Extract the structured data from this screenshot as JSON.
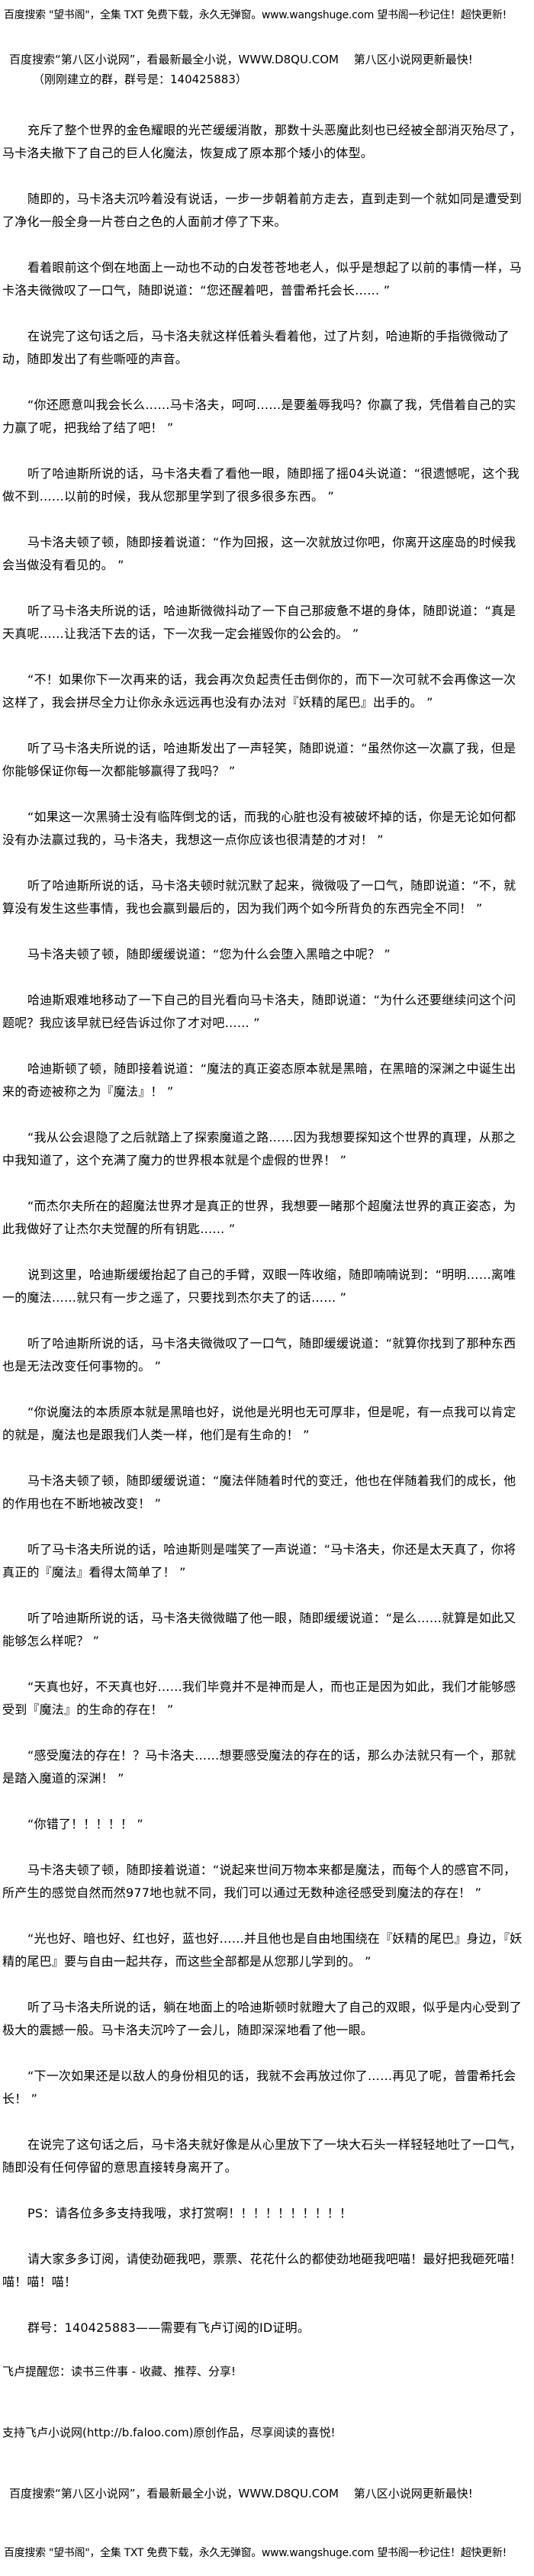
{
  "header": {
    "ad_wangshuge": "百度搜索 \"望书阁\"，全集 TXT 免费下载，永久无弹窗。www.wangshuge.com 望书阁一秒记住！超快更新!",
    "ad_d8qu": "百度搜索“第八区小说网”，看最新最全小说，WWW.D8QU.COM　 第八区小说网更新最快!",
    "group_note": "（刚刚建立的群，群号是：140425883）"
  },
  "paragraphs": [
    "充斥了整个世界的金色耀眼的光芒缓缓消散，那数十头恶魔此刻也已经被全部消灭殆尽了，马卡洛夫撤下了自己的巨人化魔法，恢复成了原本那个矮小的体型。",
    "随即的，马卡洛夫沉吟着没有说话，一步一步朝着前方走去，直到走到一个就如同是遭受到了净化一般全身一片苍白之色的人面前才停了下来。",
    "看着眼前这个倒在地面上一动也不动的白发苍苍地老人，似乎是想起了以前的事情一样，马卡洛夫微微叹了一口气，随即说道：“您还醒着吧，普雷希托会长…… ”",
    "在说完了这句话之后，马卡洛夫就这样低着头看着他，过了片刻，哈迪斯的手指微微动了动，随即发出了有些嘶哑的声音。",
    "“你还愿意叫我会长么……马卡洛夫，呵呵……是要羞辱我吗？你赢了我，凭借着自己的实力赢了呢，把我给了结了吧！ ”",
    "听了哈迪斯所说的话，马卡洛夫看了看他一眼，随即摇了摇04头说道：“很遗憾呢，这个我做不到……以前的时候，我从您那里学到了很多很多东西。 ”",
    "马卡洛夫顿了顿，随即接着说道：“作为回报，这一次就放过你吧，你离开这座岛的时候我会当做没有看见的。 ”",
    "听了马卡洛夫所说的话，哈迪斯微微抖动了一下自己那疲惫不堪的身体，随即说道：“真是天真呢……让我活下去的话，下一次我一定会摧毁你的公会的。 ”",
    "“不！如果你下一次再来的话，我会再次负起责任击倒你的，而下一次可就不会再像这一次这样了，我会拼尽全力让你永永远远再也没有办法对『妖精的尾巴』出手的。 ”",
    "听了马卡洛夫所说的话，哈迪斯发出了一声轻笑，随即说道：“虽然你这一次赢了我，但是你能够保证你每一次都能够赢得了我吗？ ”",
    "“如果这一次黑骑士没有临阵倒戈的话，而我的心脏也没有被破坏掉的话，你是无论如何都没有办法赢过我的，马卡洛夫，我想这一点你应该也很清楚的才对！ ”",
    "听了哈迪斯所说的话，马卡洛夫顿时就沉默了起来，微微吸了一口气，随即说道：“不，就算没有发生这些事情，我也会赢到最后的，因为我们两个如今所背负的东西完全不同！ ”",
    "马卡洛夫顿了顿，随即缓缓说道：“您为什么会堕入黑暗之中呢？ ”",
    "哈迪斯艰难地移动了一下自己的目光看向马卡洛夫，随即说道：“为什么还要继续问这个问题呢？我应该早就已经告诉过你了才对吧…… ”",
    "哈迪斯顿了顿，随即接着说道：“魔法的真正姿态原本就是黑暗，在黑暗的深渊之中诞生出来的奇迹被称之为『魔法』！ ”",
    "“我从公会退隐了之后就踏上了探索魔道之路……因为我想要探知这个世界的真理，从那之中我知道了，这个充满了魔力的世界根本就是个虚假的世界！ ”",
    "“而杰尔夫所在的超魔法世界才是真正的世界，我想要一睹那个超魔法世界的真正姿态，为此我做好了让杰尔夫觉醒的所有钥匙…… ”",
    "说到这里，哈迪斯缓缓抬起了自己的手臂，双眼一阵收缩，随即喃喃说到：“明明……离唯一的魔法……就只有一步之遥了，只要找到杰尔夫了的话…… ”",
    "听了哈迪斯所说的话，马卡洛夫微微叹了一口气，随即缓缓说道：“就算你找到了那种东西也是无法改变任何事物的。 ”",
    "“你说魔法的本质原本就是黑暗也好，说他是光明也无可厚非，但是呢，有一点我可以肯定的就是，魔法也是跟我们人类一样，他们是有生命的！ ”",
    "马卡洛夫顿了顿，随即缓缓说道：“魔法伴随着时代的变迁，他也在伴随着我们的成长，他的作用也在不断地被改变！ ”",
    "听了马卡洛夫所说的话，哈迪斯则是嗤笑了一声说道：“马卡洛夫，你还是太天真了，你将真正的『魔法』看得太简单了！ ”",
    "听了哈迪斯所说的话，马卡洛夫微微瞄了他一眼，随即缓缓说道：“是么……就算是如此又能够怎么样呢？ ”",
    "“天真也好，不天真也好……我们毕竟并不是神而是人，而也正是因为如此，我们才能够感受到『魔法』的生命的存在！ ”",
    "“感受魔法的存在！？马卡洛夫……想要感受魔法的存在的话，那么办法就只有一个，那就是踏入魔道的深渊！ ”",
    "“你错了！！！！！ ”",
    "马卡洛夫顿了顿，随即接着说道：“说起来世间万物本来都是魔法，而每个人的感官不同，所产生的感觉自然而然977地也就不同，我们可以通过无数种途径感受到魔法的存在！ ”",
    "“光也好、暗也好、红也好，蓝也好……并且他也是自由地围绕在『妖精的尾巴』身边，『妖精的尾巴』要与自由一起共存，而这些全部都是从您那儿学到的。 ”",
    "听了马卡洛夫所说的话，躺在地面上的哈迪斯顿时就瞪大了自己的双眼，似乎是内心受到了极大的震撼一般。马卡洛夫沉吟了一会儿，随即深深地看了他一眼。",
    "“下一次如果还是以敌人的身份相见的话，我就不会再放过你了……再见了呢，普雷希托会长！ ”",
    "在说完了这句话之后，马卡洛夫就好像是从心里放下了一块大石头一样轻轻地吐了一口气，随即没有任何停留的意思直接转身离开了。",
    "PS：请各位多多支持我哦，求打赏啊！！！！！！！！！！",
    "请大家多多订阅，请使劲砸我吧，票票、花花什么的都使劲地砸我吧喵！最好把我砸死喵！喵！喵！喵！",
    "群号：140425883——需要有飞卢订阅的ID证明。"
  ],
  "footer": {
    "faloo_reminder": "飞卢提醒您：读书三件事 - 收藏、推荐、分享!",
    "faloo_support": "支持飞卢小说网(http://b.faloo.com)原创作品，尽享阅读的喜悦!",
    "ad_d8qu": "百度搜索“第八区小说网”，看最新最全小说，WWW.D8QU.COM　 第八区小说网更新最快!",
    "ad_wangshuge": "百度搜索 \"望书阁\"，全集 TXT 免费下载，永久无弹窗。www.wangshuge.com 望书阁一秒记住！超快更新!"
  }
}
